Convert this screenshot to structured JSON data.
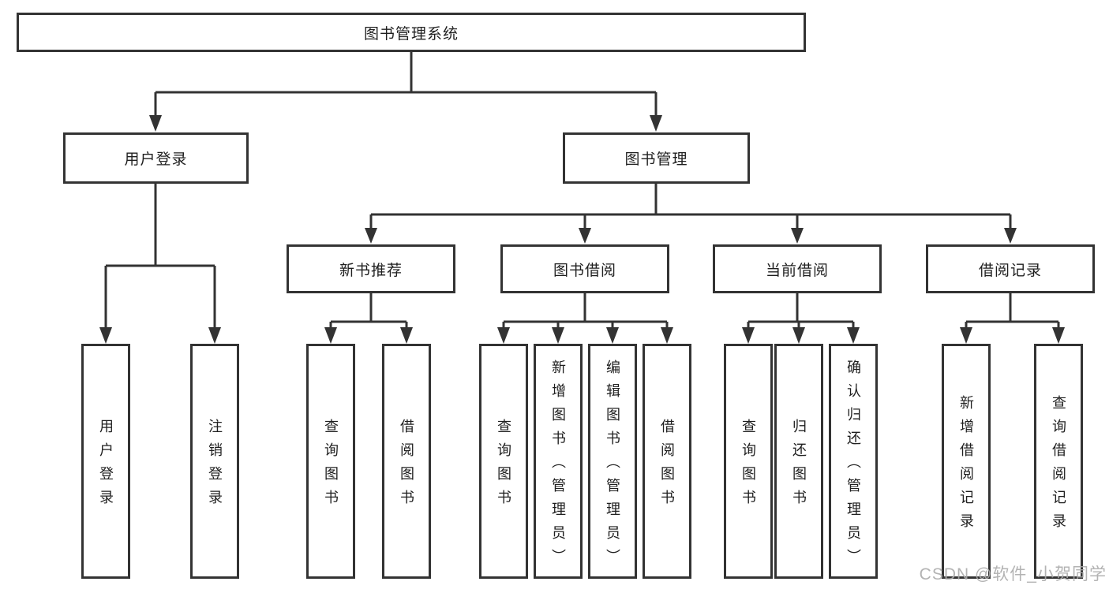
{
  "colors": {
    "background": "#ffffff",
    "box_border": "#333333",
    "connector_line": "#333333",
    "text": "#1f1f1f",
    "watermark": "#ababab"
  },
  "tree": {
    "root": "图书管理系统",
    "branches": [
      {
        "label": "用户登录",
        "children": [
          "用户登录",
          "注销登录"
        ]
      },
      {
        "label": "图书管理",
        "groups": [
          {
            "label": "新书推荐",
            "children": [
              "查询图书",
              "借阅图书"
            ]
          },
          {
            "label": "图书借阅",
            "children": [
              "查询图书",
              "新增图书（管理员）",
              "编辑图书（管理员）",
              "借阅图书"
            ]
          },
          {
            "label": "当前借阅",
            "children": [
              "查询图书",
              "归还图书",
              "确认归还（管理员）"
            ]
          },
          {
            "label": "借阅记录",
            "children": [
              "新增借阅记录",
              "查询借阅记录"
            ]
          }
        ]
      }
    ]
  },
  "watermark": {
    "text": "CSDN @软件_小贺同学"
  }
}
